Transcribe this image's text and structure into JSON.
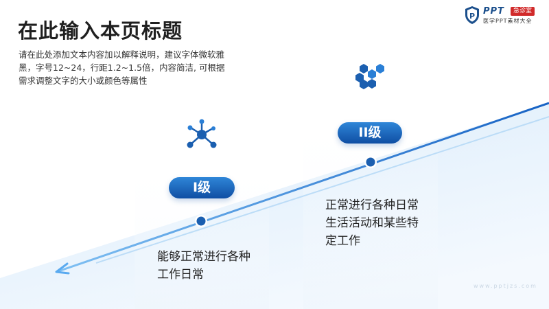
{
  "slide": {
    "title": "在此输入本页标题",
    "description": "请在此处添加文本内容加以解释说明，建议字体微软雅黑，字号12~24，行距1.2~1.5倍，内容简洁, 可根据需求调整文字的大小或颜色等属性"
  },
  "logo": {
    "ppt": "PPT",
    "badge": "急诊室",
    "subtitle": "医学PPT素材大全",
    "icon": "shield-p-icon"
  },
  "levels": [
    {
      "label": "I级",
      "text": "能够正常进行各种工作日常",
      "icon": "molecule-network-icon"
    },
    {
      "label": "II级",
      "text": "正常进行各种日常生活活动和某些特定工作",
      "icon": "hexagon-cluster-icon"
    }
  ],
  "watermark": "www.pptjzs.com",
  "colors": {
    "primary": "#1565c0",
    "gradient_light": "#2f86d8",
    "gradient_dark": "#0f4ea3",
    "title": "#1f1f1f",
    "badge": "#d12a2a"
  }
}
